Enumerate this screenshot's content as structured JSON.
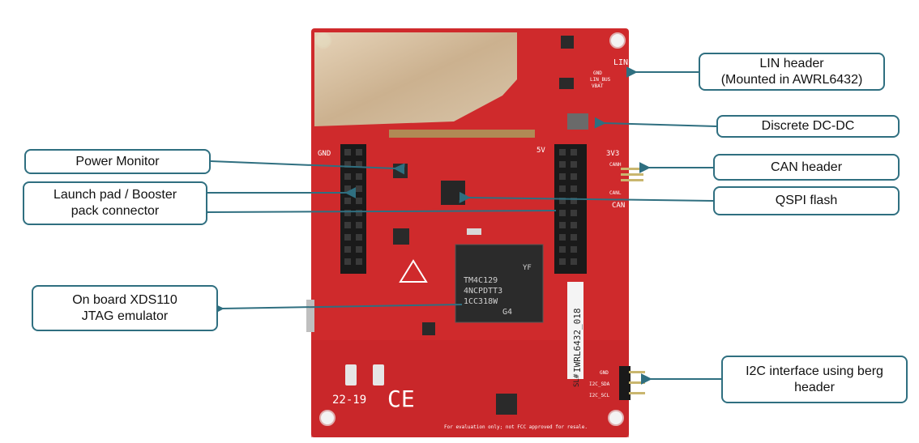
{
  "board": {
    "silk_gnd": "GND",
    "silk_5v": "5V",
    "silk_3v3": "3V3",
    "silk_lin": "LIN",
    "silk_can": "CAN",
    "chip_line1": "TM4C129",
    "chip_line2": "4NCPDTT3",
    "chip_line3": "1CC318W",
    "chip_line4": "G4",
    "chip_yf": "YF",
    "board_id": "IWRL6432_018",
    "date_code": "22-19",
    "ce_mark": "CE",
    "slnum": "SL#",
    "footer_note": "For evaluation only; not FCC approved for resale.",
    "i2c_gnd": "GND",
    "i2c_sda": "I2C_SDA",
    "i2c_scl": "I2C_SCL",
    "lin_gnd": "GND",
    "lin_bus": "LIN_BUS",
    "lin_vbat": "VBAT",
    "can_h": "CANH",
    "can_l": "CANL",
    "colors": {
      "pcb": "#cf2a2c",
      "pcb_dark": "#a91f22",
      "antenna": "#d8c8a8",
      "header": "#1a1a1a",
      "callout_border": "#2f6f80",
      "arrow": "#2f6f80"
    }
  },
  "callouts": {
    "lin": {
      "line1": "LIN header",
      "line2": "(Mounted in AWRL6432)"
    },
    "dcdc": {
      "line1": "Discrete DC-DC"
    },
    "can": {
      "line1": "CAN header"
    },
    "qspi": {
      "line1": "QSPI flash"
    },
    "i2c": {
      "line1": "I2C interface using berg",
      "line2": "header"
    },
    "power_monitor": {
      "line1": "Power Monitor"
    },
    "launchpad": {
      "line1": "Launch pad / Booster",
      "line2": "pack connector"
    },
    "xds110": {
      "line1": "On board XDS110",
      "line2": "JTAG emulator"
    }
  }
}
